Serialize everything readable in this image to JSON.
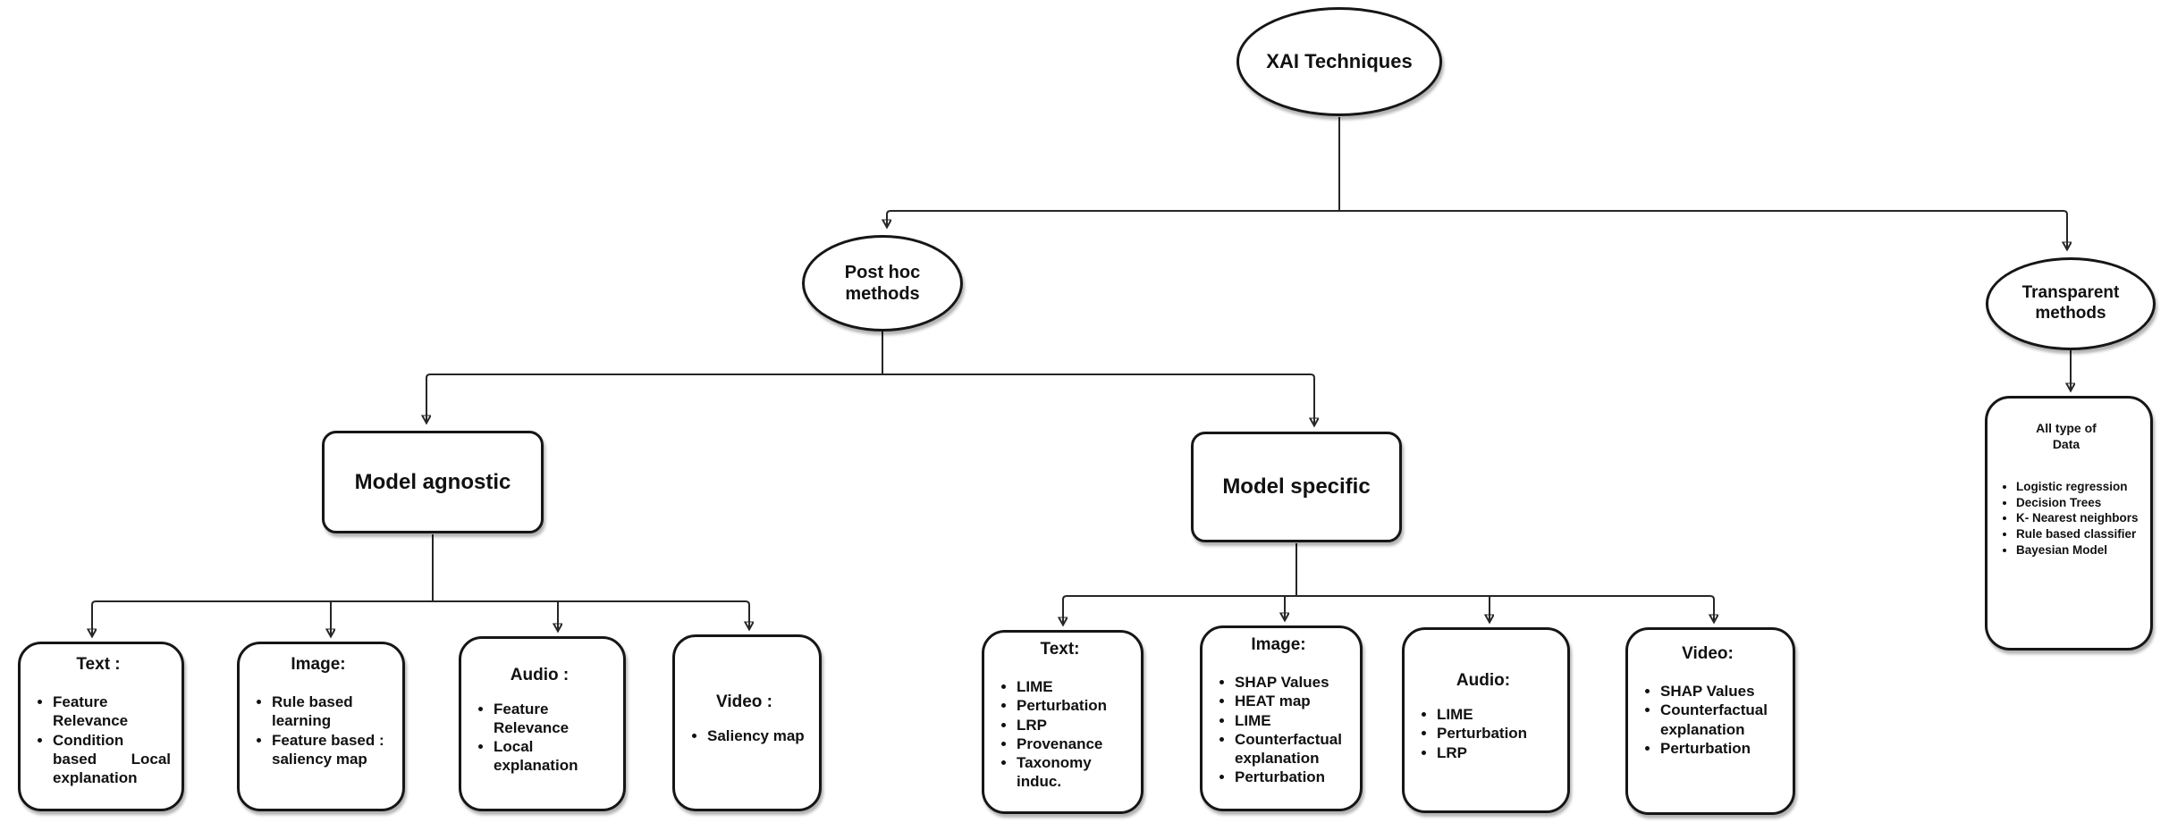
{
  "colors": {
    "stroke": "#262626",
    "node_border": "#161616",
    "background": "#ffffff",
    "text": "#111111"
  },
  "root_label": "XAI Techniques",
  "nodes": {
    "post_hoc": {
      "label": "Post hoc methods"
    },
    "transparent": {
      "label": "Transparent methods"
    },
    "model_agnostic": {
      "label": "Model agnostic"
    },
    "model_specific": {
      "label": "Model specific"
    }
  },
  "model_agnostic_leaves": [
    {
      "title": "Text :",
      "items": [
        "Feature Relevance",
        "Condition based Local explanation"
      ]
    },
    {
      "title": "Image:",
      "items": [
        "Rule based learning",
        "Feature based : saliency map"
      ]
    },
    {
      "title": "Audio :",
      "items": [
        "Feature Relevance",
        "Local explanation"
      ]
    },
    {
      "title": "Video :",
      "items": [
        "Saliency map"
      ]
    }
  ],
  "model_specific_leaves": [
    {
      "title": "Text:",
      "items": [
        "LIME",
        "Perturbation",
        "LRP",
        "Provenance",
        "Taxonomy induc."
      ]
    },
    {
      "title": "Image:",
      "items": [
        "SHAP Values",
        "HEAT map",
        "LIME",
        "Counterfactual explanation",
        "Perturbation"
      ]
    },
    {
      "title": "Audio:",
      "items": [
        "LIME",
        "Perturbation",
        "LRP"
      ]
    },
    {
      "title": "Video:",
      "items": [
        "SHAP Values",
        "Counterfactual explanation",
        "Perturbation"
      ]
    }
  ],
  "transparent_box": {
    "title": "All type of Data",
    "items": [
      "Logistic regression",
      "Decision Trees",
      "K- Nearest neighbors",
      "Rule based classifier",
      "Bayesian Model"
    ]
  }
}
